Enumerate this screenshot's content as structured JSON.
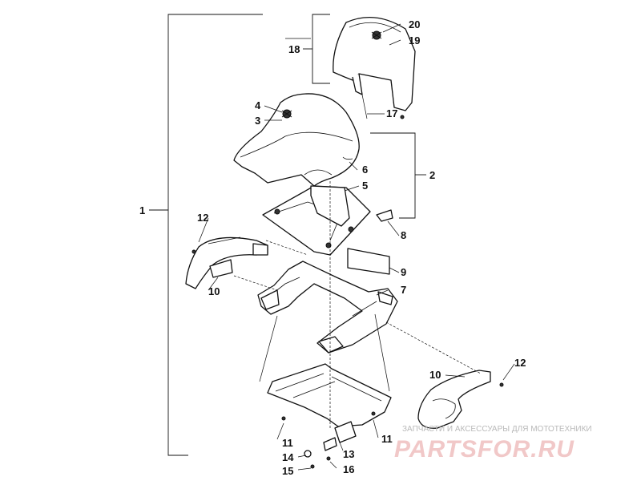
{
  "watermark": {
    "tagline": "ЗАПЧАСТИ И АКСЕССУАРЫ ДЛЯ МОТОТЕХНИКИ",
    "brand": "PARTSFOR.RU"
  },
  "callouts": {
    "c1": "1",
    "c2": "2",
    "c3": "3",
    "c4": "4",
    "c5": "5",
    "c6": "6",
    "c7": "7",
    "c8": "8",
    "c9": "9",
    "c10a": "10",
    "c10b": "10",
    "c11a": "11",
    "c11b": "11",
    "c12a": "12",
    "c12b": "12",
    "c13": "13",
    "c14": "14",
    "c15": "15",
    "c16": "16",
    "c17": "17",
    "c18": "18",
    "c19": "19",
    "c20": "20"
  },
  "colors": {
    "line": "#111111",
    "watermark_brand": "#f1c8c8",
    "watermark_tagline": "#b9b9b9"
  }
}
